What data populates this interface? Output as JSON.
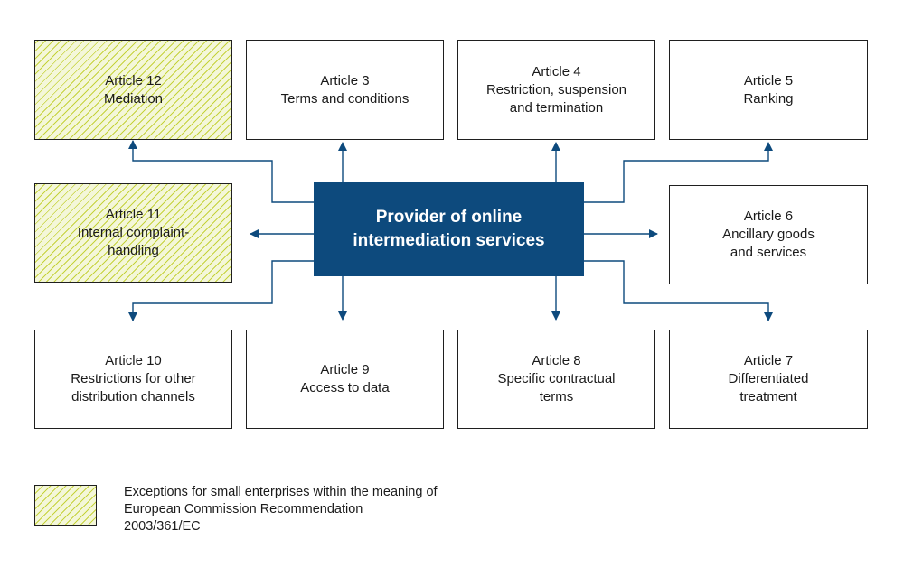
{
  "center": {
    "line1": "Provider of online",
    "line2": "intermediation services"
  },
  "articles": {
    "a12": {
      "title": "Article 12",
      "line1": "Mediation"
    },
    "a3": {
      "title": "Article 3",
      "line1": "Terms and conditions"
    },
    "a4": {
      "title": "Article 4",
      "line1": "Restriction, suspension",
      "line2": "and termination"
    },
    "a5": {
      "title": "Article 5",
      "line1": "Ranking"
    },
    "a11": {
      "title": "Article 11",
      "line1": "Internal complaint-",
      "line2": "handling"
    },
    "a6": {
      "title": "Article 6",
      "line1": "Ancillary goods",
      "line2": "and services"
    },
    "a10": {
      "title": "Article 10",
      "line1": "Restrictions for other",
      "line2": "distribution channels"
    },
    "a9": {
      "title": "Article 9",
      "line1": "Access to data"
    },
    "a8": {
      "title": "Article 8",
      "line1": "Specific contractual",
      "line2": "terms"
    },
    "a7": {
      "title": "Article 7",
      "line1": "Differentiated",
      "line2": "treatment"
    }
  },
  "legend": {
    "line1": "Exceptions for small enterprises within the meaning of",
    "line2": "European Commission Recommendation",
    "line3": "2003/361/EC"
  },
  "colors": {
    "center_fill": "#0d4a7d",
    "connector": "#0d4a7d",
    "hatch": "#c5d23a"
  }
}
